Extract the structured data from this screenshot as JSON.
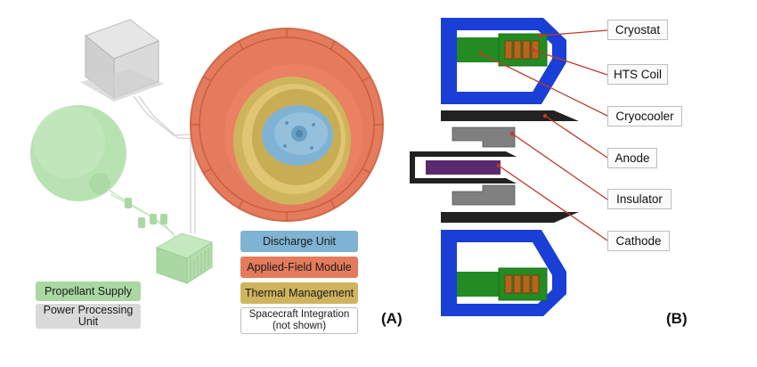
{
  "panel_a": {
    "label": "(A)",
    "legend": {
      "discharge_unit": "Discharge Unit",
      "applied_field_module": "Applied-Field Module",
      "thermal_management": "Thermal Management",
      "spacecraft_integration_line1": "Spacecraft Integration",
      "spacecraft_integration_line2": "(not shown)",
      "propellant_supply": "Propellant Supply",
      "power_processing_line1": "Power Processing",
      "power_processing_line2": "Unit"
    },
    "colors": {
      "discharge_unit": "#7fb3d3",
      "applied_field_module": "#e37b5c",
      "thermal_management": "#cfb45e",
      "propellant_supply": "#a9d8a2",
      "power_processing": "#d9d9d9"
    }
  },
  "panel_b": {
    "label": "(B)",
    "callouts": {
      "cryostat": "Cryostat",
      "hts_coil": "HTS Coil",
      "cryocooler": "Cryocooler",
      "anode": "Anode",
      "insulator": "Insulator",
      "cathode": "Cathode"
    },
    "colors": {
      "cryostat": "#1a3fd6",
      "coil_block": "#228b22",
      "hts_coil": "#b5651d",
      "anode": "#222222",
      "insulator": "#808080",
      "cathode": "#5b2a6e",
      "leader_line": "#c0392b"
    }
  }
}
